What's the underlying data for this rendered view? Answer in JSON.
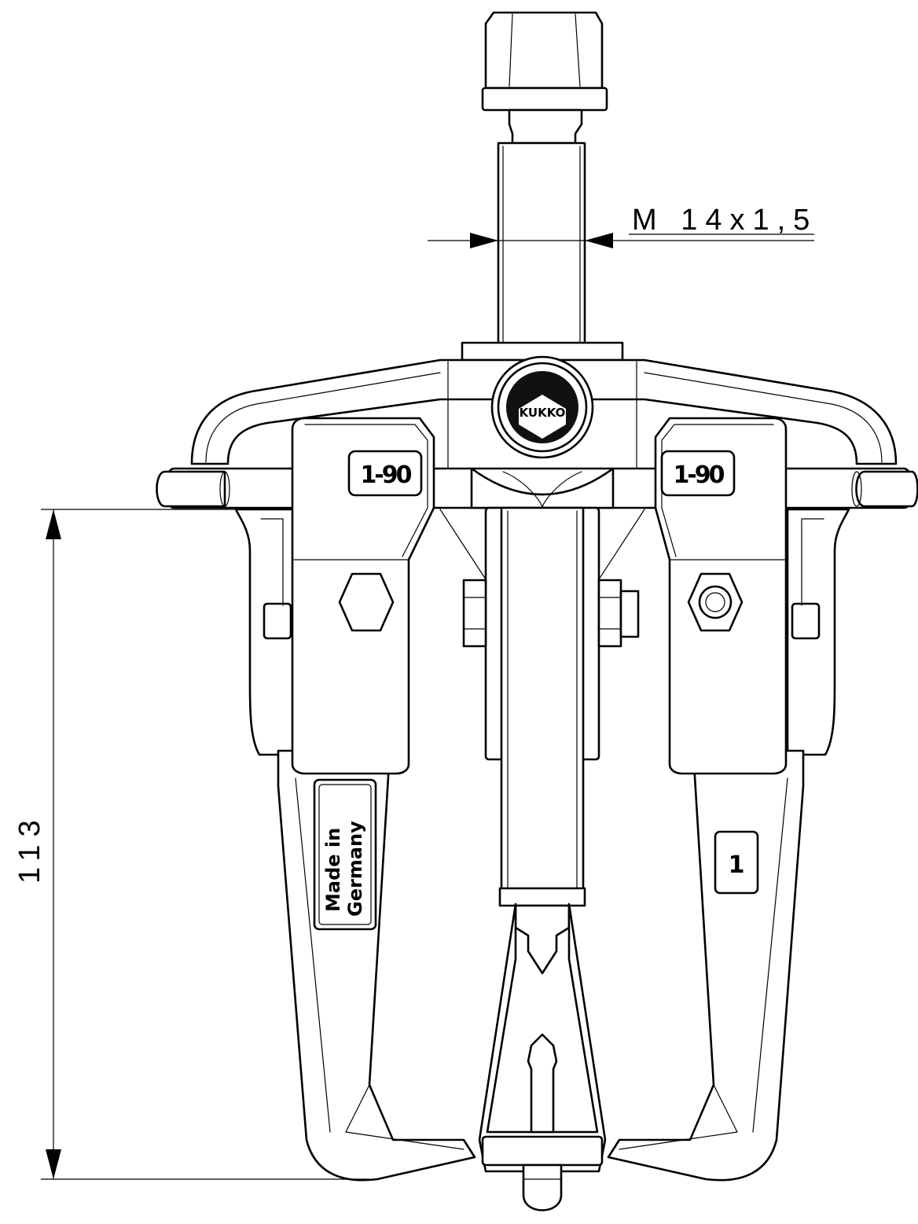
{
  "dimensions": {
    "thread_label": "M 14x1,5",
    "height_label": "113"
  },
  "labels": {
    "left_jaw_badge": "1-90",
    "right_jaw_badge": "1-90",
    "made_in_line1": "Made in",
    "made_in_line2": "Germany",
    "size_badge": "1"
  },
  "logo": {
    "brand": "KUKKO"
  }
}
